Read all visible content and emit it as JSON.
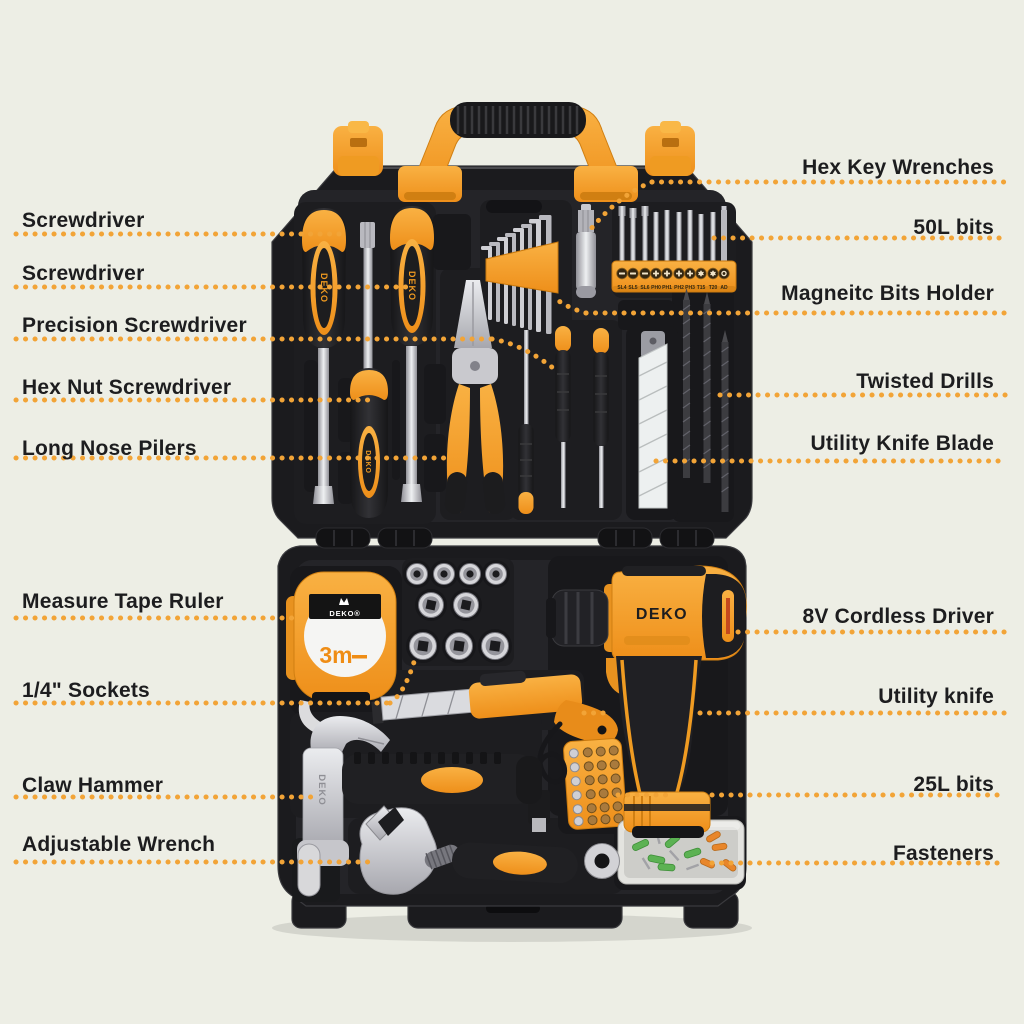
{
  "colors": {
    "background": "#edeee5",
    "accent_orange": "#f2a437",
    "label_text": "#1d1d1f",
    "case_black": "#1b1b1e"
  },
  "annotations": {
    "left": [
      "Screwdriver",
      "Screwdriver",
      "Precision Screwdriver",
      "Hex Nut Screwdriver",
      "Long Nose Pilers",
      "Measure Tape Ruler",
      "1/4\" Sockets",
      "Claw Hammer",
      "Adjustable Wrench"
    ],
    "right": [
      "Hex Key Wrenches",
      "50L bits",
      "Magneitc Bits Holder",
      "Twisted Drills",
      "Utility Knife Blade",
      "8V Cordless Driver",
      "Utility knife",
      "25L bits",
      "Fasteners"
    ]
  },
  "toolbox": {
    "brand": "DEKO",
    "drill": {
      "brand": "DEKO"
    },
    "tape_measure": {
      "brand": "DEKO®",
      "length": "3m"
    },
    "bits_row": {
      "labels": [
        "SL4",
        "SL5",
        "SL6",
        "PH0",
        "PH1",
        "PH2",
        "PH3",
        "T15",
        "T20",
        "AD"
      ]
    }
  }
}
